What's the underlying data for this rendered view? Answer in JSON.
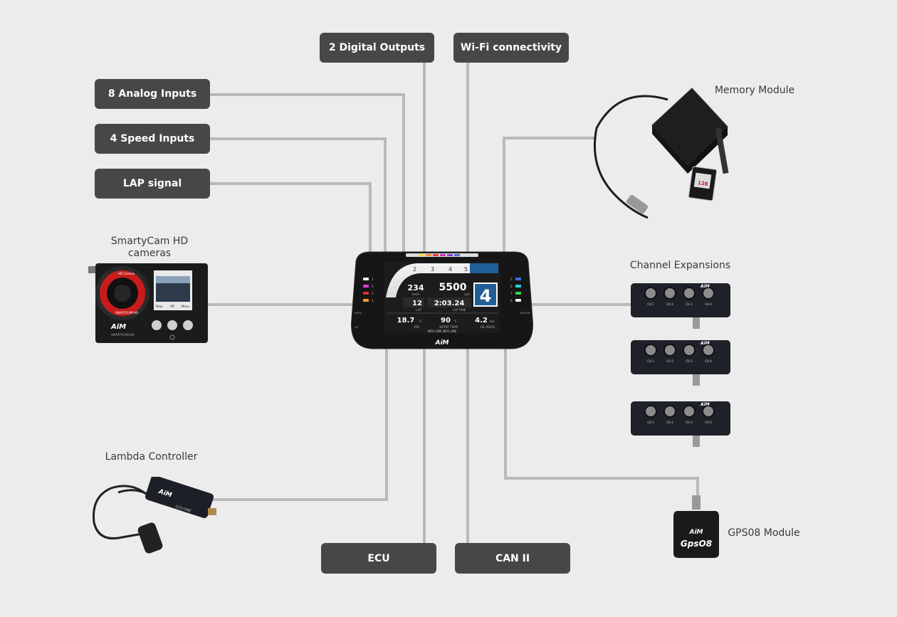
{
  "boxes": {
    "digital_outputs": "2 Digital Outputs",
    "wifi": "Wi-Fi connectivity",
    "analog_inputs": "8 Analog Inputs",
    "speed_inputs": "4 Speed Inputs",
    "lap_signal": "LAP signal",
    "ecu": "ECU",
    "can2": "CAN II"
  },
  "labels": {
    "smartycam_line1": "SmartyCam HD",
    "smartycam_line2": "cameras",
    "lambda": "Lambda Controller",
    "memory": "Memory Module",
    "channel_exp": "Channel Expansions",
    "gps": "GPS08 Module"
  },
  "dash": {
    "gears": [
      "2",
      "3",
      "4",
      "5"
    ],
    "speed": "234",
    "speed_unit": "km/h",
    "rpm": "5500",
    "rpm_unit": "rpm",
    "gear": "4",
    "lap": "12",
    "lap_label": "LAP",
    "lap_time": "2:03.24",
    "lap_time_label": "LAP TIME",
    "var": "18.7",
    "var_unit": "°C",
    "var_label": "VAR",
    "water": "90",
    "water_unit": "°C",
    "water_label": "WATER TEMP",
    "oil": "4.2",
    "oil_unit": "bar",
    "oil_label": "OIL PRESS",
    "info_line": "INFO LINE INFO LINE",
    "left_led_nums": [
      "1",
      "2",
      "3",
      "4"
    ],
    "right_led_nums": [
      "5",
      "6",
      "7",
      "8"
    ],
    "menu_label": "MENU",
    "memory_label": "MEMORY",
    "ok_label": "OK",
    "brand": "AiM"
  },
  "cam": {
    "brand": "AiM",
    "model": "SMARTYCAM HD",
    "lens_text": "HD Camera",
    "lens_text2": "SMARTYCAM HD",
    "btn_stop": "Stop",
    "btn_off": "Off",
    "btn_menu": "Menu"
  },
  "lambda_dev": {
    "brand": "AiM",
    "model": "LCU-ONE"
  },
  "exp": {
    "brand": "AiM",
    "ch": [
      "CH 1",
      "CH 2",
      "CH 3",
      "CH 4"
    ]
  },
  "gps_dev": {
    "brand": "AiM",
    "model": "GpsO8"
  },
  "sd": {
    "cap": "128"
  },
  "colors": {
    "background": "#ececec",
    "box": "#474747",
    "line": "#b9b9b9",
    "dash_body": "#1a1a1a",
    "screen_blue": "#1f5e96"
  }
}
